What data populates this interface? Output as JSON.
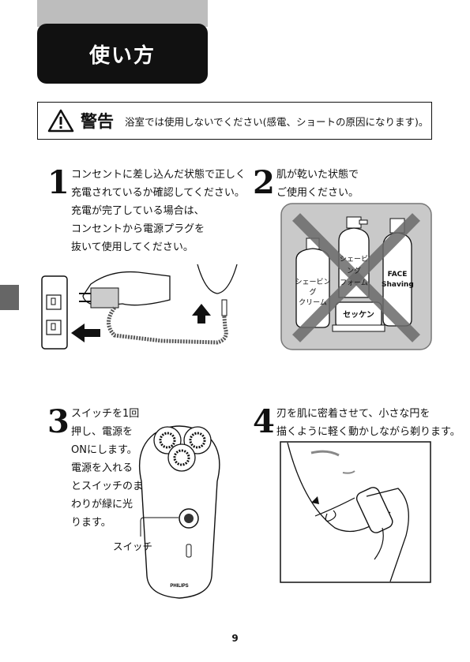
{
  "header": {
    "title": "使い方"
  },
  "warning": {
    "icon": "warning-triangle-icon",
    "title": "警告",
    "text": "浴室では使用しないでください(感電、ショートの原因になります)。"
  },
  "steps": [
    {
      "number": "1",
      "text": "コンセントに差し込んだ状態で正しく\n充電されているか確認してください。\n充電が完了している場合は、\nコンセントから電源プラグを\n抜いて使用してください。"
    },
    {
      "number": "2",
      "text": "肌が乾いた状態で\nご使用ください。"
    },
    {
      "number": "3",
      "text": "スイッチを1回\n押し、電源を\nONにします。\n電源を入れる\nとスイッチのま\nわりが緑に光\nります。"
    },
    {
      "number": "4",
      "text": "刃を肌に密着させて、小さな円を\n描くように軽く動かしながら剃ります。"
    }
  ],
  "step2_products": {
    "bottle1": "シェービング\nクリーム",
    "bottle2": "シェービング\nフォーム",
    "bottle3": "FACE\nShaving",
    "soap": "セッケン"
  },
  "step3": {
    "switch_label": "スイッチ",
    "brand": "PHILIPS"
  },
  "page_number": "9"
}
